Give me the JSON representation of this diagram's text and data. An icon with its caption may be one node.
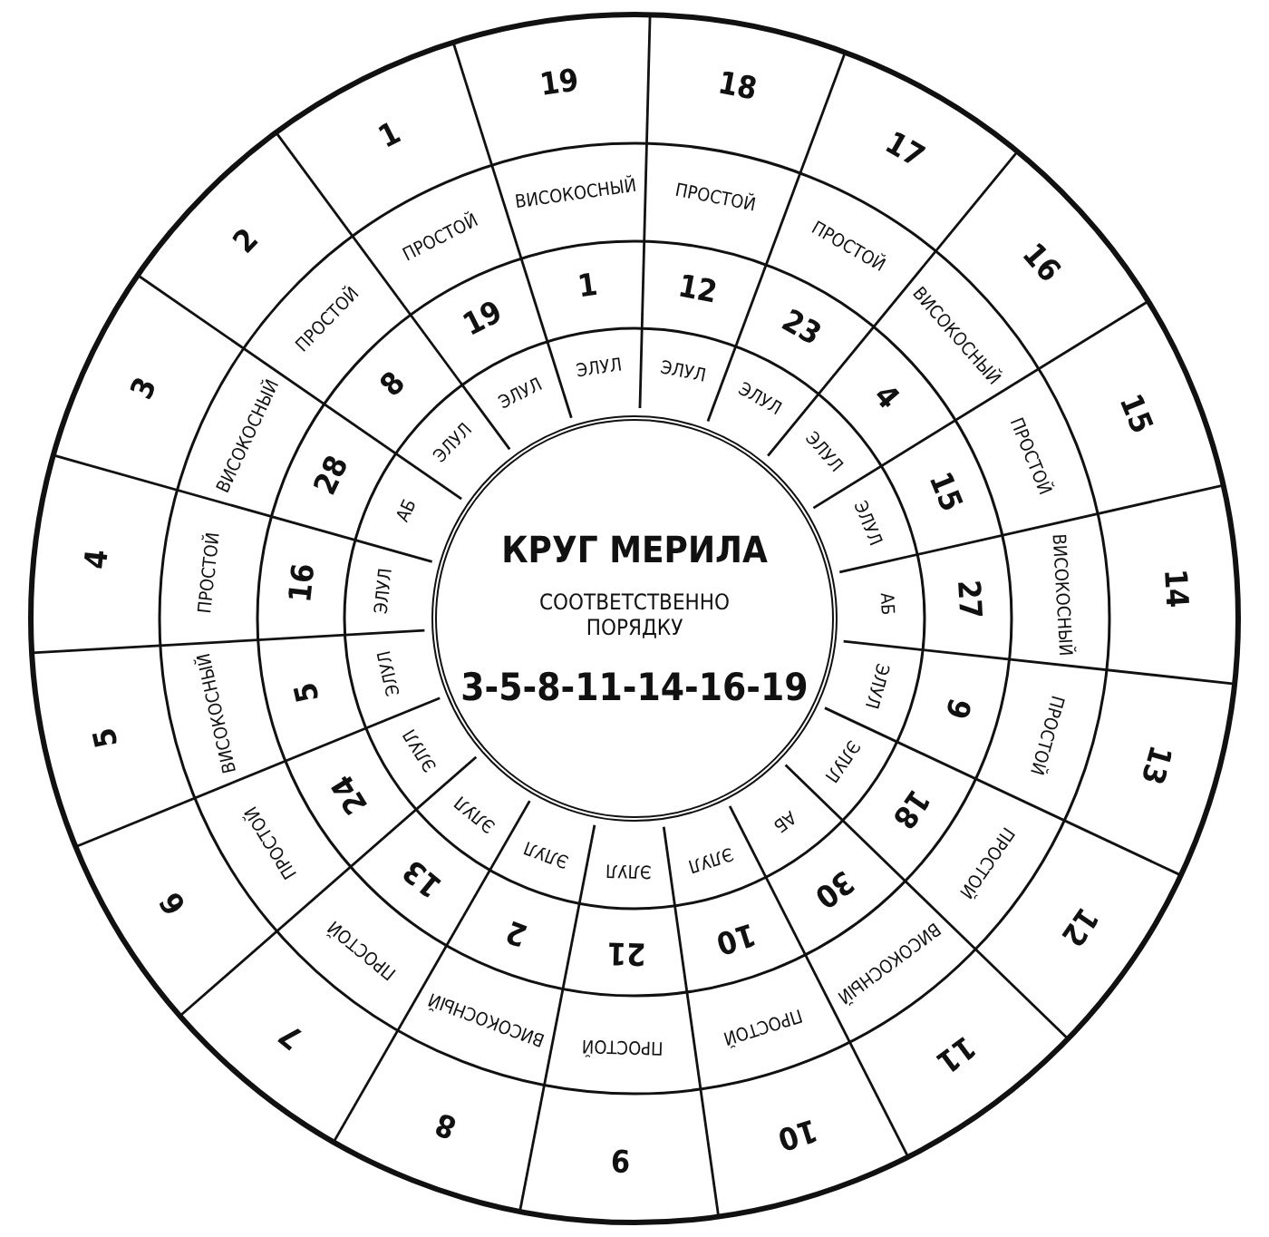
{
  "diagram": {
    "nodes": [
      {
        "text": [
          "КРУГ МЕРИЛА",
          "СООТВЕТСТВЕННО ПОРЯДКУ",
          "3-5-8-11-14-16-19"
        ]
      }
    ],
    "labels": [
      "19",
      "18",
      "17",
      "16",
      "15",
      "14",
      "13",
      "12",
      "11",
      "10",
      "9",
      "8",
      "7",
      "6",
      "5",
      "4",
      "3",
      "2",
      "1",
      "ВИСОКОСНЫЙ",
      "ПРОСТОЙ",
      "ПРОСТОЙ",
      "ВИСОКОСНЫЙ",
      "ПРОСТОЙ",
      "ВИСОКОСНЫЙ",
      "ПРОСТОЙ",
      "ПРОСТОЙ",
      "ВИСОКОСНЫЙ",
      "ПРОСТОЙ",
      "ПРОСТОЙ",
      "ВИСОКОСНЫЙ",
      "ПРОСТОЙ",
      "ПРОСТОЙ",
      "ВИСОКОСНЫЙ",
      "ПРОСТОЙ",
      "ВИСОКОСНЫЙ",
      "ПРОСТОЙ",
      "ПРОСТОЙ",
      "1",
      "12",
      "23",
      "4",
      "15",
      "27",
      "9",
      "18",
      "30",
      "10",
      "21",
      "2",
      "13",
      "24",
      "5",
      "16",
      "28",
      "8",
      "19",
      "ЭЛУЛ",
      "ЭЛУЛ",
      "ЭЛУЛ",
      "ЭЛУЛ",
      "ЭЛУЛ",
      "АБ",
      "ЭЛУЛ",
      "ЭЛУЛ",
      "АБ",
      "ЭЛУЛ",
      "ЭЛУЛ",
      "ЭЛУЛ",
      "ЭЛУЛ",
      "ЭЛУЛ",
      "ЭЛУЛ",
      "ЭЛУЛ",
      "АБ",
      "ЭЛУЛ",
      "ЭЛУЛ"
    ]
  }
}
